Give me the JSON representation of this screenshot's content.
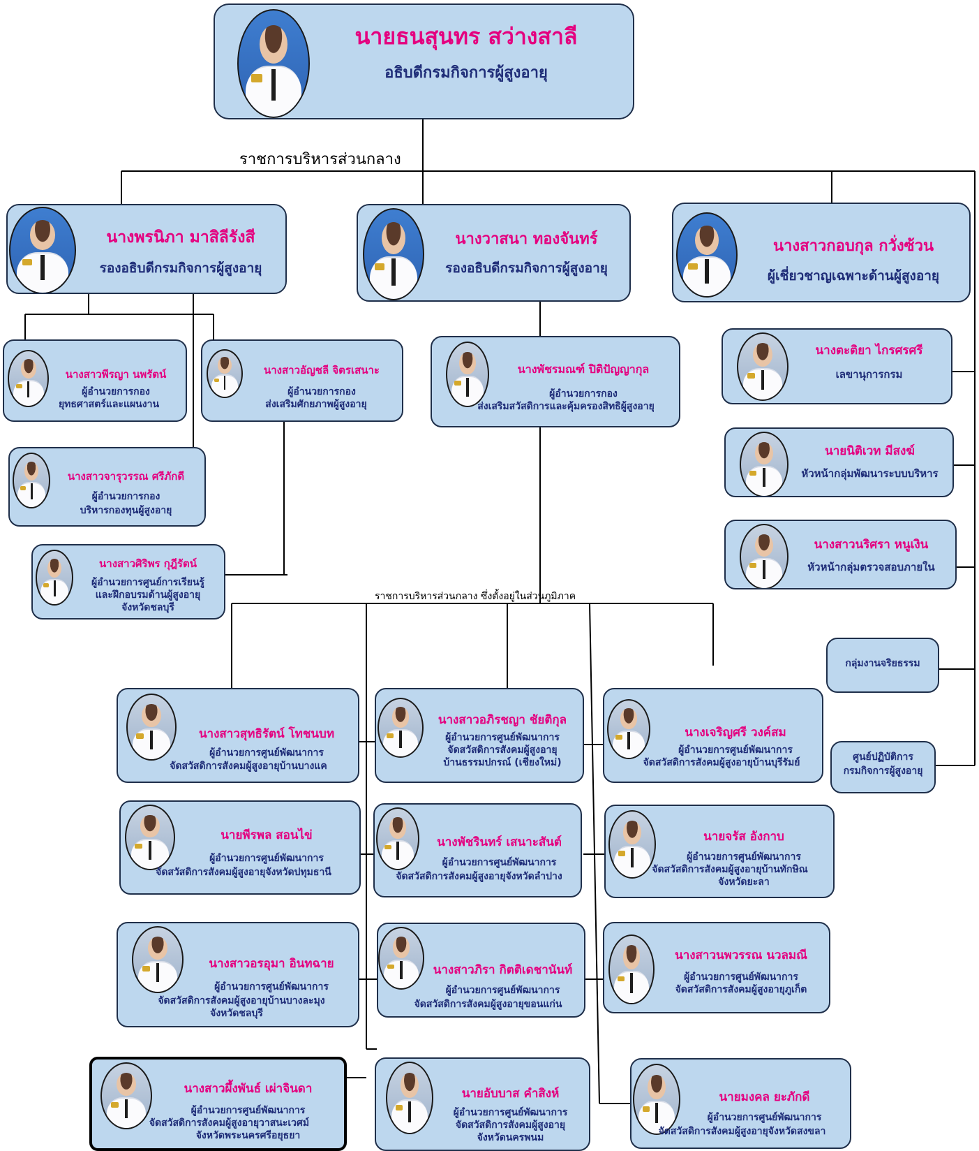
{
  "labels": {
    "central": "ราชการบริหารส่วนกลาง",
    "regional": "ราชการบริหารส่วนกลาง  ซึ่งตั้งอยู่ในส่วนภูมิภาค"
  },
  "director_general": {
    "name": "นายธนสุนทร สว่างสาลี",
    "position": "อธิบดีกรมกิจการผู้สูงอายุ"
  },
  "deputies": [
    {
      "name": "นางพรนิภา  มาสิลีรังสี",
      "position": "รองอธิบดีกรมกิจการผู้สูงอายุ"
    },
    {
      "name": "นางวาสนา ทองจันทร์",
      "position": "รองอธิบดีกรมกิจการผู้สูงอายุ"
    },
    {
      "name": "นางสาวกอบกุล กวั่งซ้วน",
      "position": "ผู้เชี่ยวชาญเฉพาะด้านผู้สูงอายุ"
    }
  ],
  "divisions": [
    {
      "name": "นางสาวพีรญา นพรัตน์",
      "position": [
        "ผู้อำนวยการกอง",
        "ยุทธศาสตร์และแผนงาน"
      ]
    },
    {
      "name": "นางสาวอัญชลี จิตรเสนาะ",
      "position": [
        "ผู้อำนวยการกอง",
        "ส่งเสริมศักยภาพผู้สูงอายุ"
      ]
    },
    {
      "name": "นางสาวจารุวรรณ ศรีภักดี",
      "position": [
        "ผู้อำนวยการกอง",
        "บริหารกองทุนผู้สูงอายุ"
      ]
    },
    {
      "name": "นางสาวศิริพร กุฎีรัตน์",
      "position": [
        "ผู้อำนวยการศูนย์การเรียนรู้",
        "และฝึกอบรมด้านผู้สูงอายุ",
        "จังหวัดชลบุรี"
      ]
    },
    {
      "name": "นางพัชรมณฑ์ ปิติปัญญากุล",
      "position": [
        "ผู้อำนวยการกอง",
        "ส่งเสริมสวัสดิการและคุ้มครองสิทธิผู้สูงอายุ"
      ]
    }
  ],
  "staff": [
    {
      "name": "นางตะติยา ไกรศรศรี",
      "position": "เลขานุการกรม"
    },
    {
      "name": "นายนิติเวท มีสงฆ์",
      "position": "หัวหน้ากลุ่มพัฒนาระบบบริหาร"
    },
    {
      "name": "นางสาวนริศรา หนูเงิน",
      "position": "หัวหน้ากลุ่มตรวจสอบภายใน"
    }
  ],
  "units": [
    {
      "name": "กลุ่มงานจริยธรรม"
    },
    {
      "name": [
        "ศูนย์ปฏิบัติการ",
        "กรมกิจการผู้สูงอายุ"
      ]
    }
  ],
  "centers": [
    {
      "name": "นางสาวสุทธิรัตน์ โทชนบท",
      "position": [
        "ผู้อำนวยการศูนย์พัฒนาการ",
        "จัดสวัสดิการสังคมผู้สูงอายุบ้านบางแค"
      ]
    },
    {
      "name": "นางสาวอภิรชญา ชัยติกุล",
      "position": [
        "ผู้อำนวยการศูนย์พัฒนาการ",
        "จัดสวัสดิการสังคมผู้สูงอายุ",
        "บ้านธรรมปกรณ์ (เชียงใหม่)"
      ]
    },
    {
      "name": "นางเจริญศรี วงค์สม",
      "position": [
        "ผู้อำนวยการศูนย์พัฒนาการ",
        "จัดสวัสดิการสังคมผู้สูงอายุบ้านบุรีรัมย์"
      ]
    },
    {
      "name": "นายพีรพล สอนไข่",
      "position": [
        "ผู้อำนวยการศูนย์พัฒนาการ",
        "จัดสวัสดิการสังคมผู้สูงอายุจังหวัดปทุมธานี"
      ]
    },
    {
      "name": "นางพัชรินทร์ เสนาะสันต์",
      "position": [
        "ผู้อำนวยการศูนย์พัฒนาการ",
        "จัดสวัสดิการสังคมผู้สูงอายุจังหวัดลำปาง"
      ]
    },
    {
      "name": "นายจรัส อังกาบ",
      "position": [
        "ผู้อำนวยการศูนย์พัฒนาการ",
        "จัดสวัสดิการสังคมผู้สูงอายุบ้านทักษิณ",
        "จังหวัดยะลา"
      ]
    },
    {
      "name": "นางสาวอรอุมา อินทฉาย",
      "position": [
        "ผู้อำนวยการศูนย์พัฒนาการ",
        "จัดสวัสดิการสังคมผู้สูงอายุบ้านบางละมุง",
        "จังหวัดชลบุรี"
      ]
    },
    {
      "name": "นางสาวภิรา กิตติเดชานันท์",
      "position": [
        "ผู้อำนวยการศูนย์พัฒนาการ",
        "จัดสวัสดิการสังคมผู้สูงอายุขอนแก่น"
      ]
    },
    {
      "name": "นางสาวนพวรรณ นวลมณี",
      "position": [
        "ผู้อำนวยการศูนย์พัฒนาการ",
        "จัดสวัสดิการสังคมผู้สูงอายุภูเก็ต"
      ]
    },
    {
      "name": "นางสาวผึ้งพันธ์ เผ่าจินดา",
      "position": [
        "ผู้อำนวยการศูนย์พัฒนาการ",
        "จัดสวัสดิการสังคมผู้สูงอายุวาสนะเวศม์",
        "จังหวัดพระนครศรีอยุธยา"
      ]
    },
    {
      "name": "นายอับบาส คำสิงห์",
      "position": [
        "ผู้อำนวยการศูนย์พัฒนาการ",
        "จัดสวัสดิการสังคมผู้สูงอายุ",
        "จังหวัดนครพนม"
      ]
    },
    {
      "name": "นายมงคล ยะภักดี",
      "position": [
        "ผู้อำนวยการศูนย์พัฒนาการ",
        "จัดสวัสดิการสังคมผู้สูงอายุจังหวัดสงขลา"
      ]
    }
  ]
}
